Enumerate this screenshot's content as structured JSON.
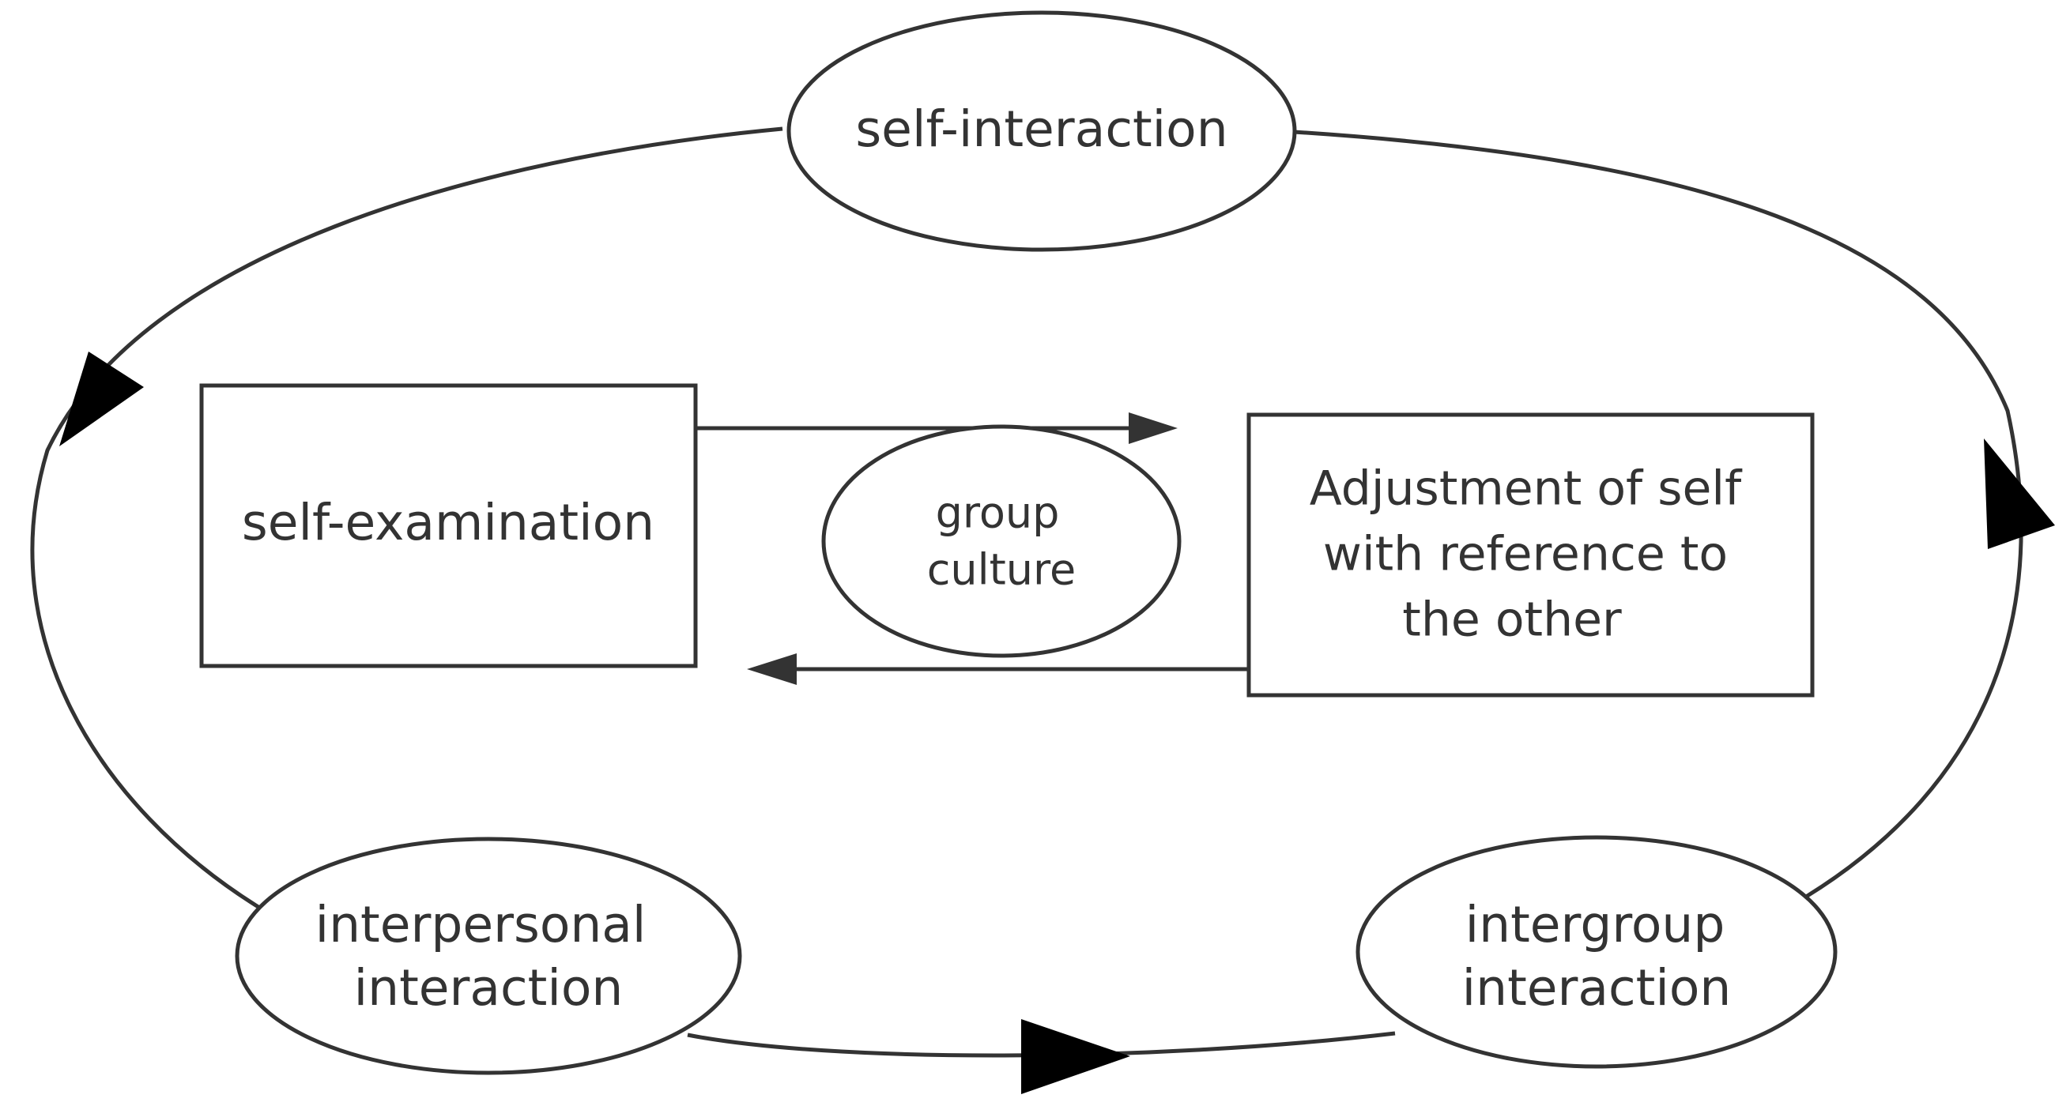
{
  "diagram": {
    "nodes": {
      "self_interaction": {
        "label": "self-interaction"
      },
      "interpersonal_interaction": {
        "lines": [
          "interpersonal",
          "interaction"
        ]
      },
      "intergroup_interaction": {
        "lines": [
          "intergroup",
          "interaction"
        ]
      },
      "self_examination": {
        "label": "self-examination"
      },
      "group_culture": {
        "lines": [
          "group",
          "culture"
        ]
      },
      "adjustment": {
        "lines": [
          "Adjustment of self",
          "with reference to",
          "the other"
        ]
      }
    },
    "edges": [
      {
        "from": "self_interaction",
        "to": "interpersonal_interaction",
        "style": "outer-cycle"
      },
      {
        "from": "interpersonal_interaction",
        "to": "intergroup_interaction",
        "style": "outer-cycle"
      },
      {
        "from": "intergroup_interaction",
        "to": "self_interaction",
        "style": "outer-cycle"
      },
      {
        "from": "self_examination",
        "to": "adjustment",
        "style": "straight-arrow"
      },
      {
        "from": "adjustment",
        "to": "self_examination",
        "style": "straight-arrow"
      }
    ],
    "colors": {
      "stroke": "#333333",
      "arrowhead": "#000000",
      "background": "#ffffff"
    }
  }
}
